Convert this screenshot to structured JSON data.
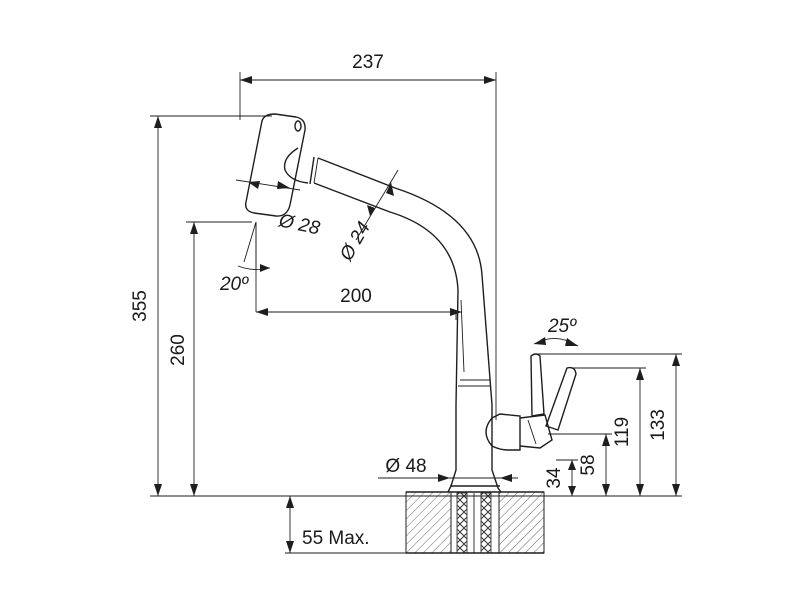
{
  "diagram": {
    "dimensions": {
      "total_width": "237",
      "total_height": "355",
      "spout_height": "260",
      "spout_reach": "200",
      "head_diameter": "Ø 28",
      "hose_diameter": "Ø 24",
      "head_angle": "20º",
      "lever_angle": "25º",
      "base_diameter": "Ø 48",
      "lever_119": "119",
      "lever_133": "133",
      "lever_58": "58",
      "lever_34": "34",
      "deck_thickness": "55 Max."
    }
  }
}
